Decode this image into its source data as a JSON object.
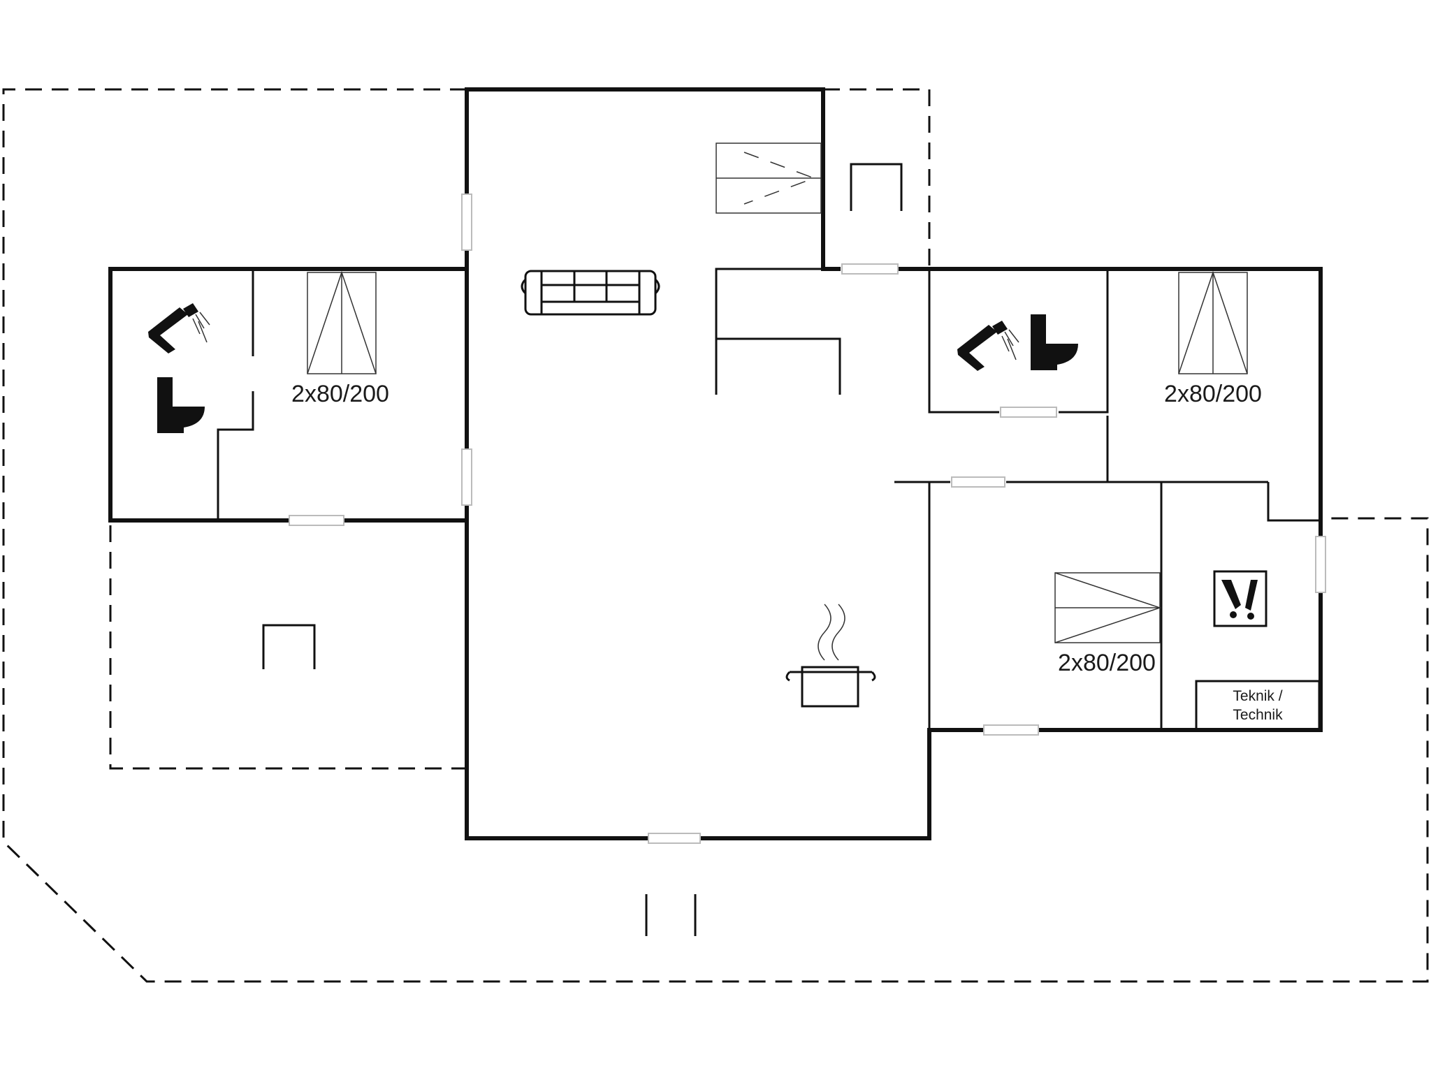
{
  "floorplan": {
    "rooms": {
      "bedroom_west": {
        "bed_label": "2x80/200"
      },
      "bedroom_east": {
        "bed_label": "2x80/200"
      },
      "bedroom_south": {
        "bed_label": "2x80/200"
      },
      "utility": {
        "label_line1": "Teknik /",
        "label_line2": "Technik"
      }
    },
    "icons": [
      "shower-icon",
      "toilet-icon",
      "sofa-icon",
      "cooking-pot-icon",
      "washing-machine-icon",
      "garden-chair-icon"
    ],
    "colors": {
      "wall": "#111111",
      "background": "#ffffff"
    }
  }
}
